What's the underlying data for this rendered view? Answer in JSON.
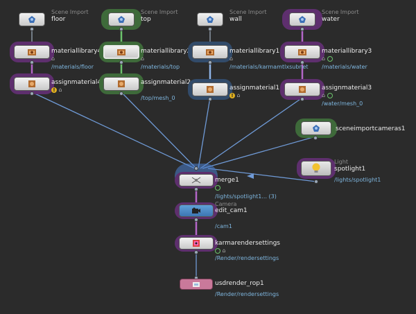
{
  "network": {
    "nodes": {
      "floor_import": {
        "type": "Scene Import",
        "name": "floor",
        "icon": "scene-import-icon"
      },
      "top_import": {
        "type": "Scene Import",
        "name": "top",
        "icon": "scene-import-icon"
      },
      "wall_import": {
        "type": "Scene Import",
        "name": "wall",
        "icon": "scene-import-icon"
      },
      "water_import": {
        "type": "Scene Import",
        "name": "water",
        "icon": "scene-import-icon"
      },
      "materiallibrary4": {
        "name": "materiallibrary4",
        "path": "/materials/floor",
        "icon": "material-library-icon"
      },
      "materiallibrary2": {
        "name": "materiallibrary2",
        "path": "/materials/top",
        "icon": "material-library-icon"
      },
      "materiallibrary1": {
        "name": "materiallibrary1",
        "path": "/materials/karmamtlxsubnet",
        "icon": "material-library-icon"
      },
      "materiallibrary3": {
        "name": "materiallibrary3",
        "path": "/materials/water",
        "icon": "material-library-icon"
      },
      "assignmaterial4": {
        "name": "assignmaterial4",
        "icon": "assign-material-icon"
      },
      "assignmaterial2": {
        "name": "assignmaterial2",
        "path": "/top/mesh_0",
        "icon": "assign-material-icon"
      },
      "assignmaterial1": {
        "name": "assignmaterial1",
        "icon": "assign-material-icon"
      },
      "assignmaterial3": {
        "name": "assignmaterial3",
        "path": "/water/mesh_0",
        "icon": "assign-material-icon"
      },
      "sceneimportcameras1": {
        "name": "sceneimportcameras1",
        "icon": "scene-import-icon"
      },
      "spotlight1": {
        "type": "Light",
        "name": "spotlight1",
        "path": "/lights/spotlight1",
        "icon": "light-bulb-icon"
      },
      "merge1": {
        "name": "merge1",
        "path": "/lights/spotlight1... (3)",
        "icon": "merge-icon"
      },
      "edit_cam1": {
        "type": "Camera",
        "name": "edit_cam1",
        "path": "/cam1",
        "icon": "camera-icon"
      },
      "karmarendersettings": {
        "name": "karmarendersettings",
        "path": "/Render/rendersettings",
        "icon": "render-settings-icon"
      },
      "usdrender_rop1": {
        "name": "usdrender_rop1",
        "path": "/Render/rendersettings",
        "icon": "usd-render-rop-icon"
      }
    },
    "colors": {
      "green_halo": "#3e6a3a",
      "purple_halo": "#5e2f6e",
      "blue_halo": "#324b6a",
      "merge_highlight": "#4a7fd0",
      "wire": "#6f9ad6",
      "rop_tile": "#c9799a",
      "light_bulb": "#f2c230",
      "path_text": "#7fb7e0"
    }
  }
}
